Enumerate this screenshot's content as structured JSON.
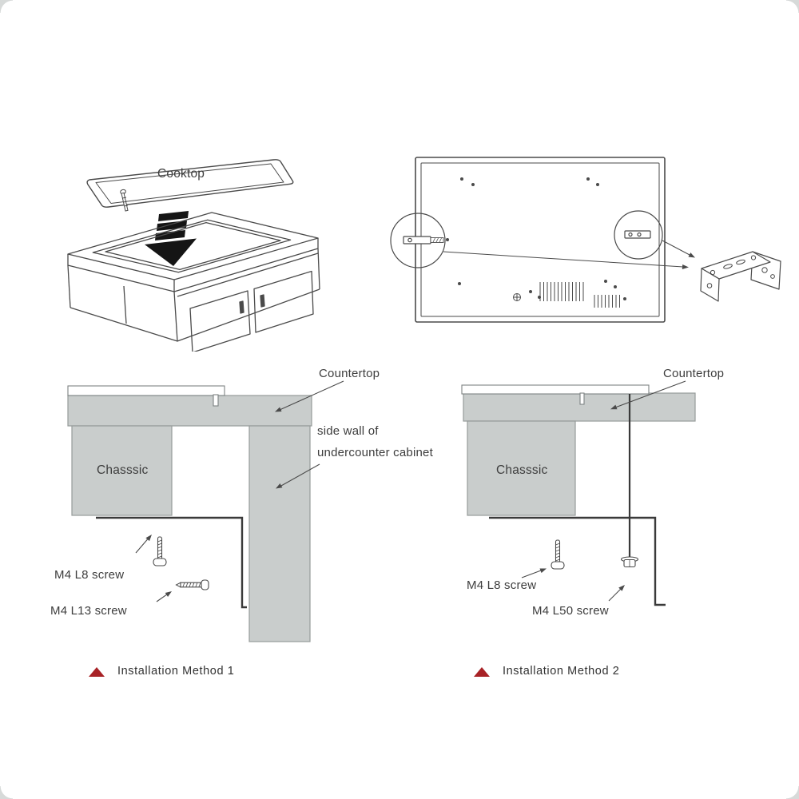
{
  "cooktop_view": {
    "label": "Cooktop"
  },
  "method1": {
    "countertop": "Countertop",
    "side_wall_line1": "side wall of",
    "side_wall_line2": "undercounter cabinet",
    "chassis": "Chasssic",
    "screw_vertical": "M4 L8 screw",
    "screw_horizontal": "M4 L13 screw",
    "caption": "Installation Method 1"
  },
  "method2": {
    "countertop": "Countertop",
    "chassis": "Chasssic",
    "screw_vertical": "M4 L8 screw",
    "screw_long": "M4 L50 screw",
    "caption": "Installation Method 2"
  },
  "colors": {
    "line": "#4a4a4a",
    "gray_fill": "#c9cdcc",
    "gray_stroke": "#969b9a",
    "marker_red": "#a82226"
  }
}
